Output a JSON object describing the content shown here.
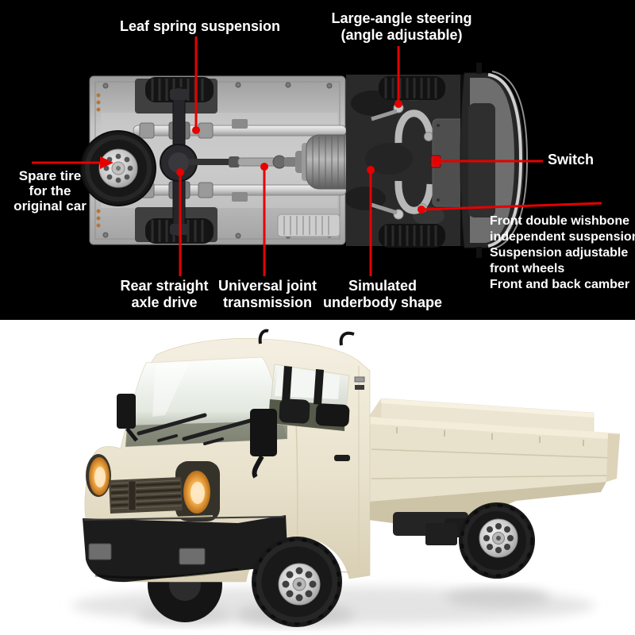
{
  "palette": {
    "background_top": "#000000",
    "background_bottom": "#ffffff",
    "callout_red": "#e60000",
    "label_text": "#ffffff",
    "truck_body_cream": "#e8e1cc",
    "headlight_glow": "#f3ae4b",
    "tire_black": "#181818",
    "rim_silver": "#c9c9c9",
    "chassis_plate_gray": "#b9b9b9",
    "switch_red": "#cc1414"
  },
  "annotations": {
    "leaf_spring": {
      "label": "Leaf spring suspension"
    },
    "steering": {
      "line1": "Large-angle steering",
      "line2": "(angle adjustable)"
    },
    "spare_tire": {
      "line1": "Spare tire",
      "line2": "for the",
      "line3": "original car"
    },
    "switch": {
      "label": "Switch"
    },
    "front_suspension": {
      "line1": "Front double wishbone",
      "line2": "independent suspension",
      "line3": "Suspension adjustable",
      "line4": "front wheels",
      "line5": "Front and back camber"
    },
    "rear_axle": {
      "line1": "Rear straight",
      "line2": "axle drive"
    },
    "universal_joint": {
      "line1": "Universal joint",
      "line2": "transmission"
    },
    "underbody": {
      "line1": "Simulated",
      "line2": "underbody shape"
    }
  }
}
